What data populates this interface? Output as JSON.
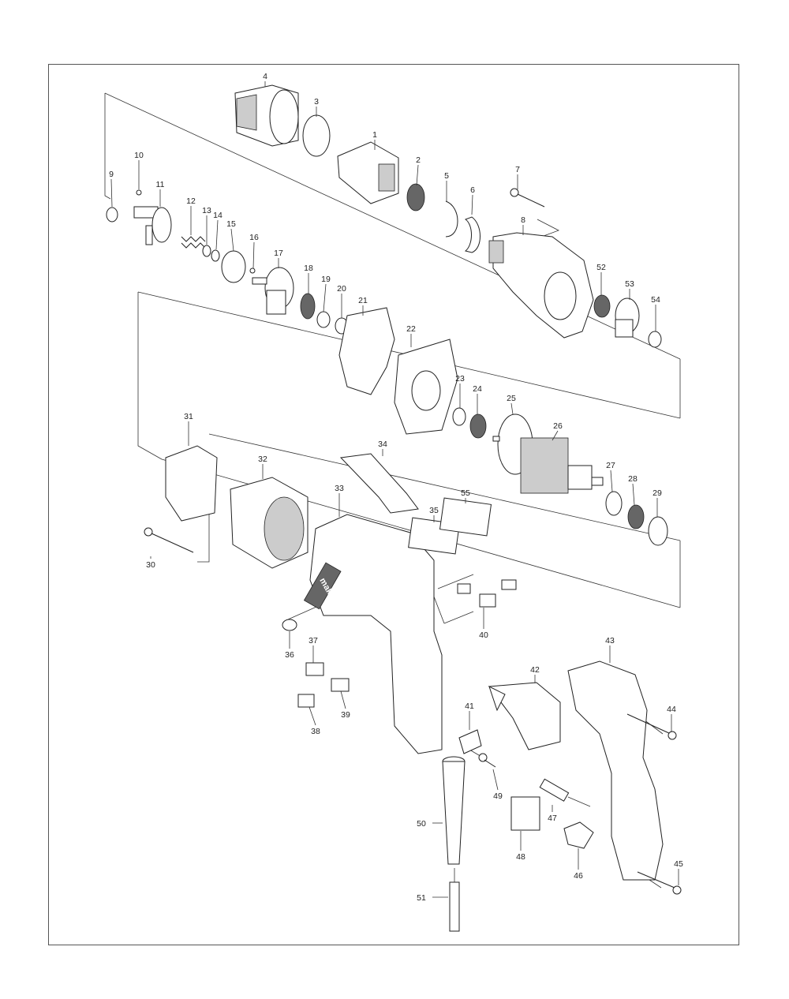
{
  "diagram": {
    "brand_text": "makita",
    "part_numbers": [
      "1",
      "2",
      "3",
      "4",
      "5",
      "6",
      "7",
      "8",
      "9",
      "10",
      "11",
      "12",
      "13",
      "14",
      "15",
      "16",
      "17",
      "18",
      "19",
      "20",
      "21",
      "22",
      "23",
      "24",
      "25",
      "26",
      "27",
      "28",
      "29",
      "30",
      "31",
      "32",
      "33",
      "34",
      "35",
      "36",
      "37",
      "38",
      "39",
      "40",
      "41",
      "42",
      "43",
      "44",
      "45",
      "46",
      "47",
      "48",
      "49",
      "50",
      "51",
      "52",
      "53",
      "54",
      "55"
    ]
  }
}
